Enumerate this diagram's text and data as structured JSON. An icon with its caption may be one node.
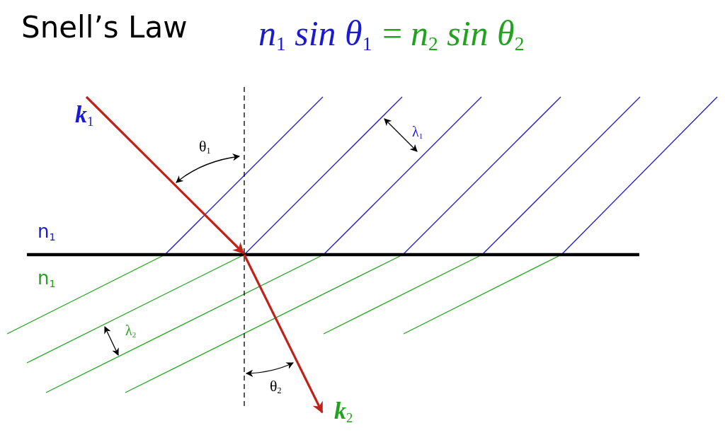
{
  "diagram": {
    "title": "Snell’s Law",
    "labels": [
      "*n*$_{1}$ *sin θ*$_{1}$",
      "=",
      "*n*$_{2}$ *sin θ*$_{2}$",
      "**k**$_{1}$",
      "θ$_{1}$",
      "λ$_{1}$",
      "n$_{1}$",
      "n$_{1}$",
      "λ$_{2}$",
      "θ$_{2}$",
      "**k**$_{2}$"
    ]
  }
}
